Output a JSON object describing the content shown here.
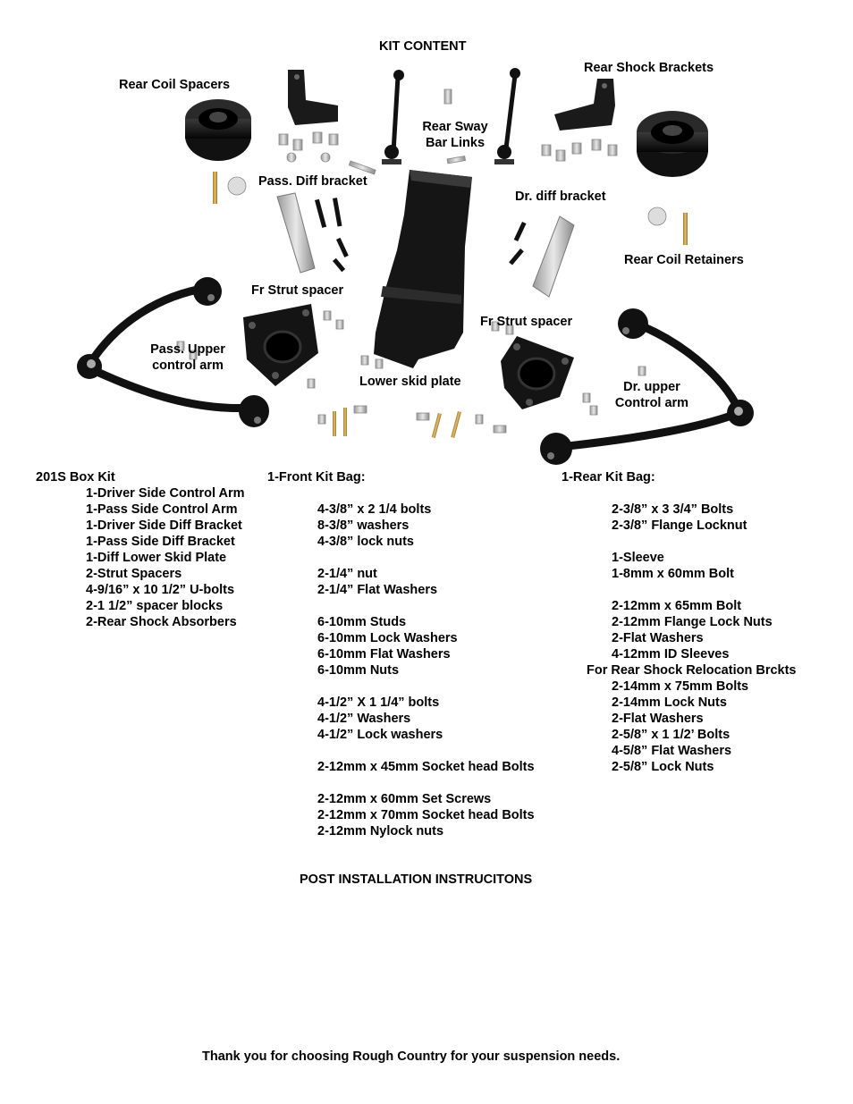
{
  "title": "KIT CONTENT",
  "part_labels": {
    "rear_coil_spacers": "Rear Coil Spacers",
    "rear_shock_brackets": "Rear Shock Brackets",
    "rear_sway_bar_links_1": "Rear Sway",
    "rear_sway_bar_links_2": "Bar Links",
    "pass_diff_bracket": "Pass. Diff bracket",
    "dr_diff_bracket": "Dr. diff bracket",
    "rear_coil_retainers": "Rear Coil Retainers",
    "fr_strut_spacer_left": "Fr Strut spacer",
    "fr_strut_spacer_right": "Fr Strut spacer",
    "pass_upper_control_arm_1": "Pass. Upper",
    "pass_upper_control_arm_2": "control arm",
    "lower_skid_plate": "Lower skid plate",
    "dr_upper_control_arm_1": "Dr. upper",
    "dr_upper_control_arm_2": "Control arm"
  },
  "box_kit": {
    "heading": "201S Box Kit",
    "items": [
      "1-Driver Side Control Arm",
      "1-Pass Side Control Arm",
      "1-Driver Side Diff Bracket",
      "1-Pass Side Diff Bracket",
      "1-Diff Lower Skid Plate",
      "2-Strut Spacers",
      "4-9/16” x 10 1/2” U-bolts",
      "2-1 1/2” spacer blocks",
      "2-Rear Shock Absorbers"
    ]
  },
  "front_kit": {
    "heading": "1-Front Kit Bag:",
    "items": [
      "",
      "4-3/8” x 2 1/4 bolts",
      "8-3/8” washers",
      "4-3/8” lock nuts",
      "",
      "2-1/4” nut",
      "2-1/4” Flat Washers",
      "",
      "6-10mm Studs",
      "6-10mm Lock Washers",
      "6-10mm Flat Washers",
      "6-10mm Nuts",
      "",
      "4-1/2” X 1 1/4” bolts",
      "4-1/2” Washers",
      "4-1/2” Lock washers",
      "",
      "2-12mm x 45mm Socket head Bolts",
      "",
      "2-12mm x 60mm Set Screws",
      "2-12mm x 70mm Socket head Bolts",
      "2-12mm Nylock nuts"
    ]
  },
  "rear_kit": {
    "heading": "1-Rear Kit Bag:",
    "items": [
      "",
      "2-3/8” x 3 3/4” Bolts",
      "2-3/8” Flange Locknut",
      "",
      "1-Sleeve",
      "1-8mm x 60mm Bolt",
      "",
      "2-12mm x 65mm Bolt",
      "2-12mm Flange Lock Nuts",
      "2-Flat Washers",
      "4-12mm ID Sleeves",
      "For Rear Shock Relocation Brckts",
      "2-14mm x 75mm Bolts",
      "2-14mm Lock Nuts",
      "2-Flat Washers",
      "2-5/8” x 1 1/2’ Bolts",
      "4-5/8” Flat Washers",
      "2-5/8” Lock Nuts"
    ]
  },
  "post_install_heading": "POST INSTALLATION INSTRUCITONS",
  "footer": "Thank you for choosing Rough Country for your suspension needs."
}
